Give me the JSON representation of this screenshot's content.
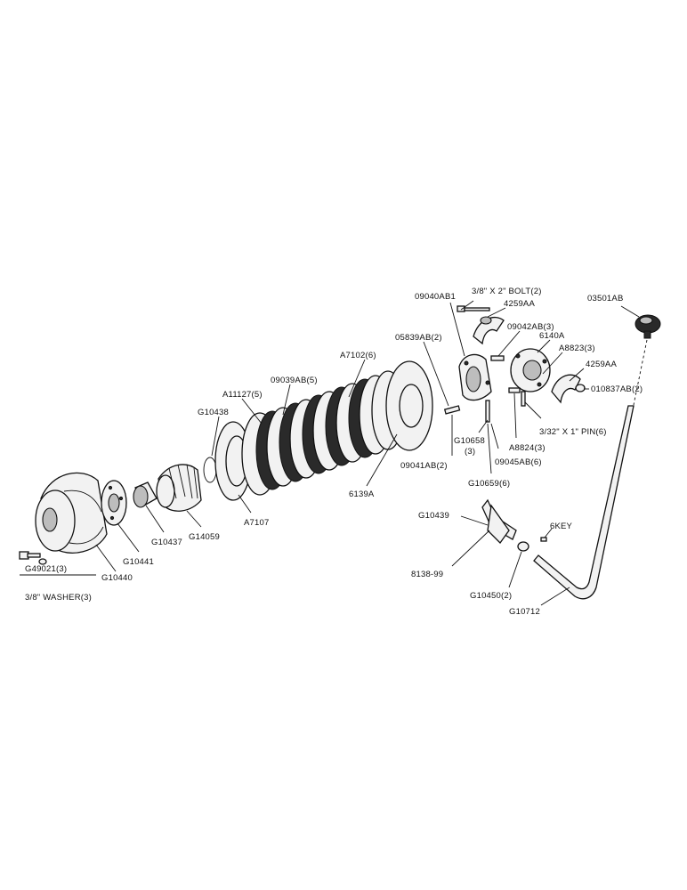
{
  "labels": {
    "bolt": "3/8\" X 2\" BOLT(2)",
    "p09040ab1": "09040AB1",
    "p4259aa_top": "4259AA",
    "p03501ab": "03501AB",
    "p05839ab": "05839AB(2)",
    "p09042ab": "09042AB(3)",
    "p6140a": "6140A",
    "pa8823": "A8823(3)",
    "pa7102": "A7102(6)",
    "p4259aa_right": "4259AA",
    "p010837ab": "010837AB(2)",
    "p09039ab": "09039AB(5)",
    "pa11127": "A11127(5)",
    "pg10438": "G10438",
    "pin": "3/32\" X 1\" PIN(6)",
    "pg10658": "G10658",
    "pg10658_qty": "(3)",
    "p09041ab": "09041AB(2)",
    "pa8824": "A8824(3)",
    "p09045ab": "09045AB(6)",
    "p6139a": "6139A",
    "pg10659": "G10659(6)",
    "pa7107": "A7107",
    "pg14059": "G14059",
    "pg10437": "G10437",
    "pg10441": "G10441",
    "pg10440": "G10440",
    "pg49021": "G49021(3)",
    "washer": "3/8\" WASHER(3)",
    "pg10439": "G10439",
    "key": "6KEY",
    "p8138": "8138-99",
    "pg10450": "G10450(2)",
    "pg10712": "G10712"
  }
}
